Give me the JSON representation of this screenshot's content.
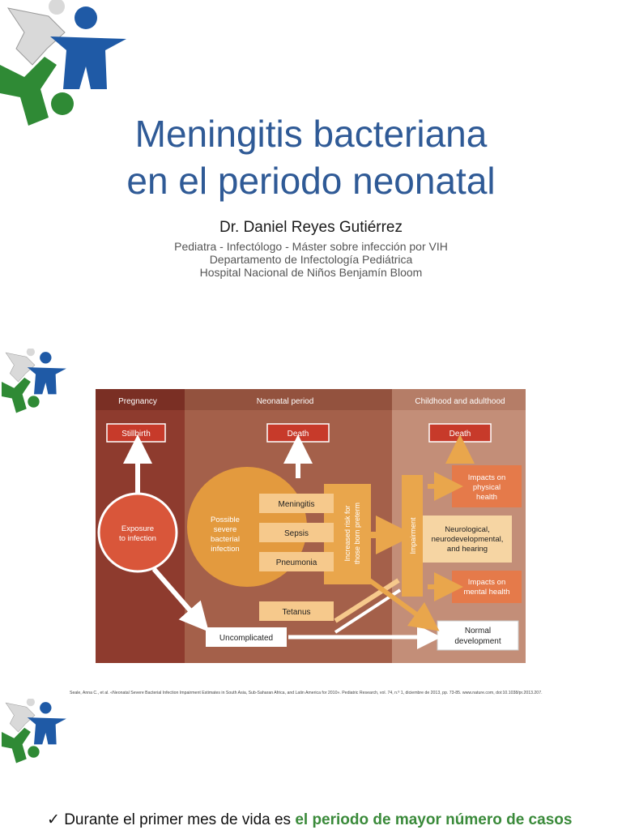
{
  "slide1": {
    "title_line1": "Meningitis bacteriana",
    "title_line2": "en el periodo neonatal",
    "author": "Dr. Daniel Reyes Gutiérrez",
    "affiliation": [
      "Pediatra - Infectólogo - Máster sobre infección por VIH",
      "Departamento de Infectología Pediátrica",
      "Hospital Nacional de Niños Benjamín Bloom"
    ]
  },
  "diagram": {
    "headers": [
      "Pregnancy",
      "Neonatal period",
      "Childhood and adulthood"
    ],
    "stillbirth": "Stillbirth",
    "death1": "Death",
    "death2": "Death",
    "exposure_l1": "Exposure",
    "exposure_l2": "to infection",
    "psbi": [
      "Possible",
      "severe",
      "bacterial",
      "infection"
    ],
    "meningitis": "Meningitis",
    "sepsis": "Sepsis",
    "pneumonia": "Pneumonia",
    "tetanus": "Tetanus",
    "increased_l1": "Increased risk for",
    "increased_l2": "those born preterm",
    "impairment": "Impairment",
    "physical": [
      "Impacts on",
      "physical",
      "health"
    ],
    "neuro": [
      "Neurological,",
      "neurodevelopmental,",
      "and hearing"
    ],
    "mental": [
      "Impacts on",
      "mental health"
    ],
    "uncomplicated": "Uncomplicated",
    "normal_l1": "Normal",
    "normal_l2": "development"
  },
  "reference": "Seale, Anna C., et al. «Neonatal Severe Bacterial Infection Impairment Estimates in South Asia, Sub-Saharan Africa, and Latin America for 2010». Pediatric Research, vol. 74, n.º 1, diciembre de 2013, pp. 73-85. www.nature.com, doi:10.1038/pr.2013.207.",
  "bullet": {
    "mark": "✓",
    "text": "Durante el primer mes de vida es",
    "highlight": "el periodo de mayor número de casos"
  },
  "colors": {
    "title": "#2f5a96",
    "pregnancy_bg": "#8e3b2e",
    "neonatal_bg": "#a4604a",
    "childhood_bg": "#c38e78",
    "box_red": "#c73a2a",
    "orange_circle": "#e39a3e",
    "highlight_green": "#3a8a3a"
  }
}
